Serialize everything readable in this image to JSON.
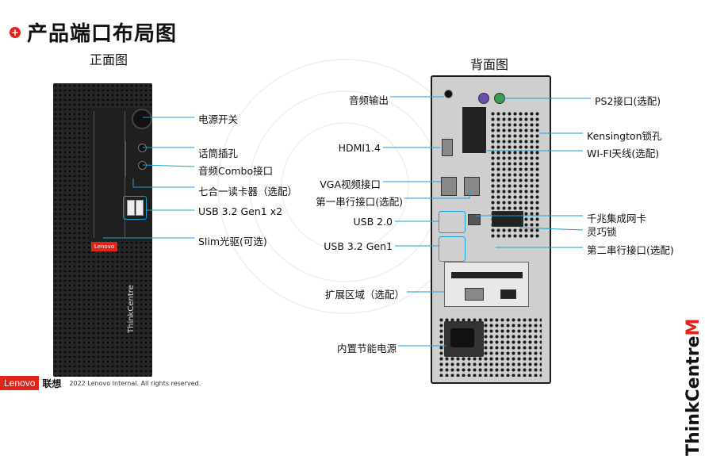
{
  "title": "产品端口布局图",
  "front_label": "正面图",
  "back_label": "背面图",
  "front_callouts": [
    "电源开关",
    "话筒插孔",
    "音频Combo接口",
    "七合一读卡器（选配）",
    "USB 3.2 Gen1 x2",
    "Slim光驱(可选)"
  ],
  "back_left_callouts": [
    "音频输出",
    "HDMI1.4",
    "VGA视频接口",
    "第一串行接口(选配)",
    "USB 2.0",
    "USB 3.2 Gen1",
    "扩展区域（选配）",
    "内置节能电源"
  ],
  "back_right_callouts": [
    "PS2接口(选配)",
    "Kensington锁孔",
    "WI-FI天线(选配)",
    "千兆集成网卡",
    "灵巧锁",
    "第二串行接口(选配)"
  ],
  "device_badges": {
    "front_badge": "Lenovo",
    "front_side": "ThinkCentre"
  },
  "brand_logo": {
    "text": "ThinkCentre",
    "suffix": "M"
  },
  "footer": {
    "logo": "Lenovo",
    "chinese_brand": "联想",
    "copyright": "2022 Lenovo Internal. All rights reserved."
  },
  "colors": {
    "accent_red": "#e2231a",
    "leader_line": "#1a9fd4"
  }
}
